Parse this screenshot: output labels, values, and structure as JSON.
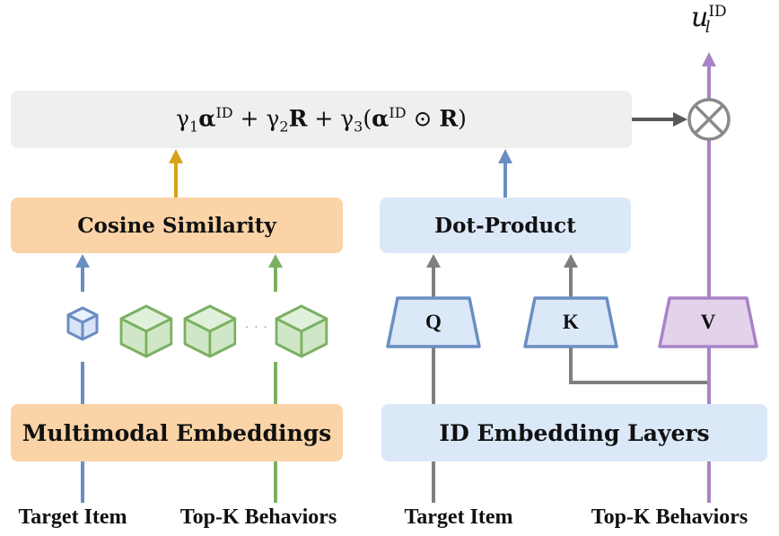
{
  "formula": {
    "g1": "γ",
    "g1_sub": "1",
    "alpha": "α",
    "alpha_sup": "ID",
    "plus1": " + ",
    "g2": "γ",
    "g2_sub": "2",
    "R": "R",
    "plus2": " + ",
    "g3": "γ",
    "g3_sub": "3",
    "open": "(",
    "alpha2": "α",
    "alpha2_sup": "ID",
    "odot": " ⊙ ",
    "R2": "R",
    "close": ")"
  },
  "output": {
    "base": "u",
    "sub": "l",
    "sup": "ID"
  },
  "left_branch": {
    "similarity_label": "Cosine Similarity",
    "embeddings_label": "Multimodal Embeddings",
    "ellipsis": "· · ·",
    "inputs": [
      "Target Item",
      "Top-K Behaviors"
    ]
  },
  "right_branch": {
    "product_label": "Dot-Product",
    "embeddings_label": "ID Embedding Layers",
    "projections": [
      "Q",
      "K",
      "V"
    ],
    "inputs": [
      "Target Item",
      "Top-K Behaviors"
    ]
  },
  "colors": {
    "blue_line": "#6a8ec3",
    "green_line": "#7bb062",
    "gray_line": "#7f7f7f",
    "orange_arrow": "#d6a218",
    "purple_line": "#a983c6",
    "cube_blue_fill": "#d6e4f6",
    "cube_green_fill": "#cfe7c6",
    "trap_fill_blue": "#dbe8f8",
    "trap_fill_purple": "#e2d3ea"
  },
  "icons": [
    "cube-icon",
    "otimes-icon"
  ]
}
